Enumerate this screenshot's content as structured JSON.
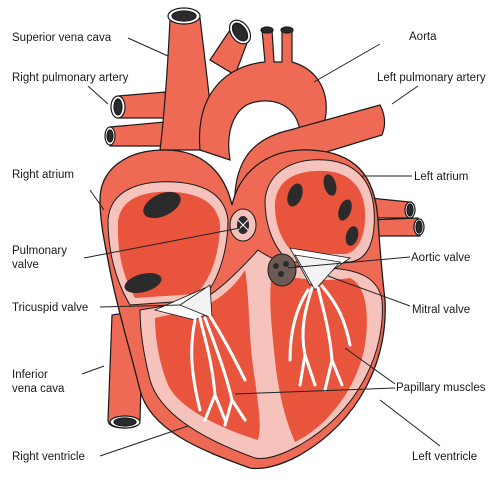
{
  "labels": {
    "superior_vena_cava": "Superior vena cava",
    "aorta": "Aorta",
    "right_pulmonary_artery": "Right pulmonary artery",
    "left_pulmonary_artery": "Left pulmonary artery",
    "right_atrium": "Right atrium",
    "left_atrium": "Left atrium",
    "pulmonary_valve_line1": "Pulmonary",
    "pulmonary_valve_line2": "valve",
    "aortic_valve": "Aortic valve",
    "tricuspid_valve": "Tricuspid valve",
    "mitral_valve": "Mitral valve",
    "papillary_muscles": "Papillary muscles",
    "inferior_vena_cava_line1": "Inferior",
    "inferior_vena_cava_line2": "vena cava",
    "right_ventricle": "Right ventricle",
    "left_ventricle": "Left ventricle"
  },
  "colors": {
    "muscle": "#ef6a55",
    "muscle_dark": "#e2563f",
    "chamber_lining": "#f6c3bc",
    "chamber_inner": "#e9543d",
    "vessel_opening": "#2b2b2b",
    "valve": "#ffffff",
    "outline": "#1a1a1a"
  }
}
